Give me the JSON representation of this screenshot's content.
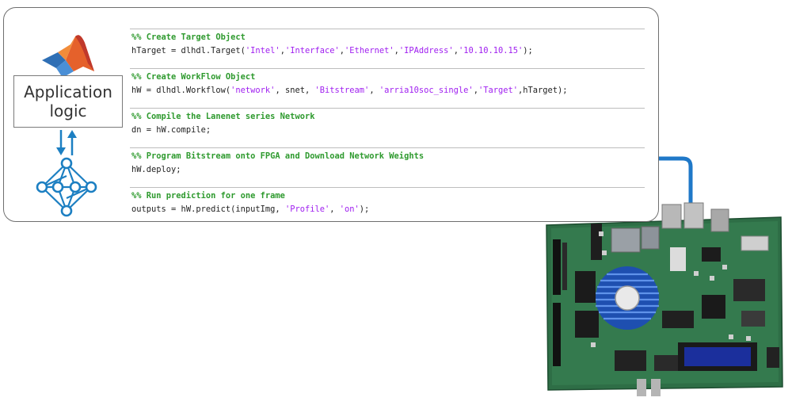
{
  "app_box": {
    "label": "Application\nlogic"
  },
  "icons": {
    "logo": "matlab-logo-icon",
    "arrows": "bidirectional-arrows-icon",
    "network": "neural-network-icon",
    "board": "fpga-board-icon"
  },
  "colors": {
    "comment": "#2e9a2e",
    "string": "#a020f0",
    "code": "#222222",
    "network_blue": "#1c7fc2",
    "cable_blue": "#1f78c8",
    "board_green": "#2e6e46",
    "heatsink_blue": "#2a5fc8"
  },
  "code_blocks": [
    {
      "comment": "%% Create Target Object",
      "line": [
        {
          "t": "hTarget = dlhdl.Target(",
          "k": "code"
        },
        {
          "t": "'Intel'",
          "k": "str"
        },
        {
          "t": ",",
          "k": "code"
        },
        {
          "t": "'Interface'",
          "k": "str"
        },
        {
          "t": ",",
          "k": "code"
        },
        {
          "t": "'Ethernet'",
          "k": "str"
        },
        {
          "t": ",",
          "k": "code"
        },
        {
          "t": "'IPAddress'",
          "k": "str"
        },
        {
          "t": ",",
          "k": "code"
        },
        {
          "t": "'10.10.10.15'",
          "k": "str"
        },
        {
          "t": ");",
          "k": "code"
        }
      ]
    },
    {
      "comment": "%% Create WorkFlow Object",
      "line": [
        {
          "t": "hW = dlhdl.Workflow(",
          "k": "code"
        },
        {
          "t": "'network'",
          "k": "str"
        },
        {
          "t": ", snet, ",
          "k": "code"
        },
        {
          "t": "'Bitstream'",
          "k": "str"
        },
        {
          "t": ", ",
          "k": "code"
        },
        {
          "t": "'arria10soc_single'",
          "k": "str"
        },
        {
          "t": ",",
          "k": "code"
        },
        {
          "t": "'Target'",
          "k": "str"
        },
        {
          "t": ",hTarget);",
          "k": "code"
        }
      ]
    },
    {
      "comment": "%% Compile the Lanenet series Network",
      "line": [
        {
          "t": "dn = hW.compile;",
          "k": "code"
        }
      ]
    },
    {
      "comment": "%% Program Bitstream onto FPGA and Download Network Weights",
      "line": [
        {
          "t": "hW.deploy;",
          "k": "code"
        }
      ]
    },
    {
      "comment": "%% Run prediction for one frame",
      "line": [
        {
          "t": "outputs = hW.predict(inputImg, ",
          "k": "code"
        },
        {
          "t": "'Profile'",
          "k": "str"
        },
        {
          "t": ", ",
          "k": "code"
        },
        {
          "t": "'on'",
          "k": "str"
        },
        {
          "t": ");",
          "k": "code"
        }
      ]
    }
  ]
}
